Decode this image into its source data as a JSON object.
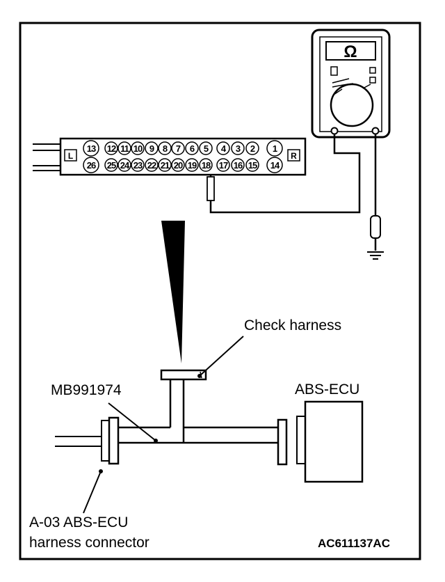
{
  "labels": {
    "check_harness": "Check harness",
    "mb_tool": "MB991974",
    "abs_ecu": "ABS-ECU",
    "connector_line1": "A-03 ABS-ECU",
    "connector_line2": "harness connector",
    "figure_code": "AC611137AC"
  },
  "ohmmeter": {
    "display_symbol": "Ω"
  },
  "connector": {
    "left_end": "L",
    "right_end": "R",
    "top_pins": [
      "13",
      "12",
      "11",
      "10",
      "9",
      "8",
      "7",
      "6",
      "5",
      "4",
      "3",
      "2",
      "1"
    ],
    "bottom_pins": [
      "26",
      "25",
      "24",
      "23",
      "22",
      "21",
      "20",
      "19",
      "18",
      "17",
      "16",
      "15",
      "14"
    ],
    "probed_pin": "18"
  }
}
